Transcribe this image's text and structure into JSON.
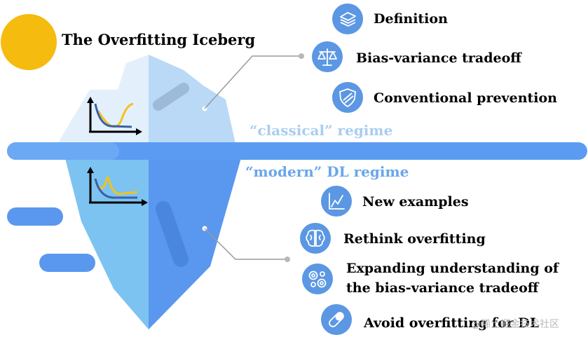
{
  "title": "The Overfitting Iceberg",
  "regimes": {
    "classical": "“classical” regime",
    "modern": "“modern” DL regime"
  },
  "above_items": [
    {
      "label": "Definition",
      "icon": "layers-icon"
    },
    {
      "label": "Bias-variance tradeoff",
      "icon": "balance-scale-icon"
    },
    {
      "label": "Conventional prevention",
      "icon": "shield-icon"
    }
  ],
  "below_items": [
    {
      "label": "New examples",
      "icon": "line-chart-icon"
    },
    {
      "label": "Rethink overfitting",
      "icon": "brain-icon"
    },
    {
      "label_line1": "Expanding understanding of",
      "label_line2": "the bias-variance tradeoff",
      "icon": "gears-icon"
    },
    {
      "label": "Avoid overfitting for DL",
      "icon": "pill-icon"
    }
  ],
  "watermark": "@稀土掘金技术社区",
  "colors": {
    "sun": "#f6bb0f",
    "water_line": "#5b9cf2",
    "ice_above_light": "#e3f0fc",
    "ice_above_dark": "#b9d9f7",
    "ice_below_light": "#7cc3f2",
    "ice_below_dark": "#5a97ee",
    "icon_circle": "#5b97e3",
    "curve_yellow": "#f2c31b",
    "curve_blue": "#3a5fa8"
  }
}
